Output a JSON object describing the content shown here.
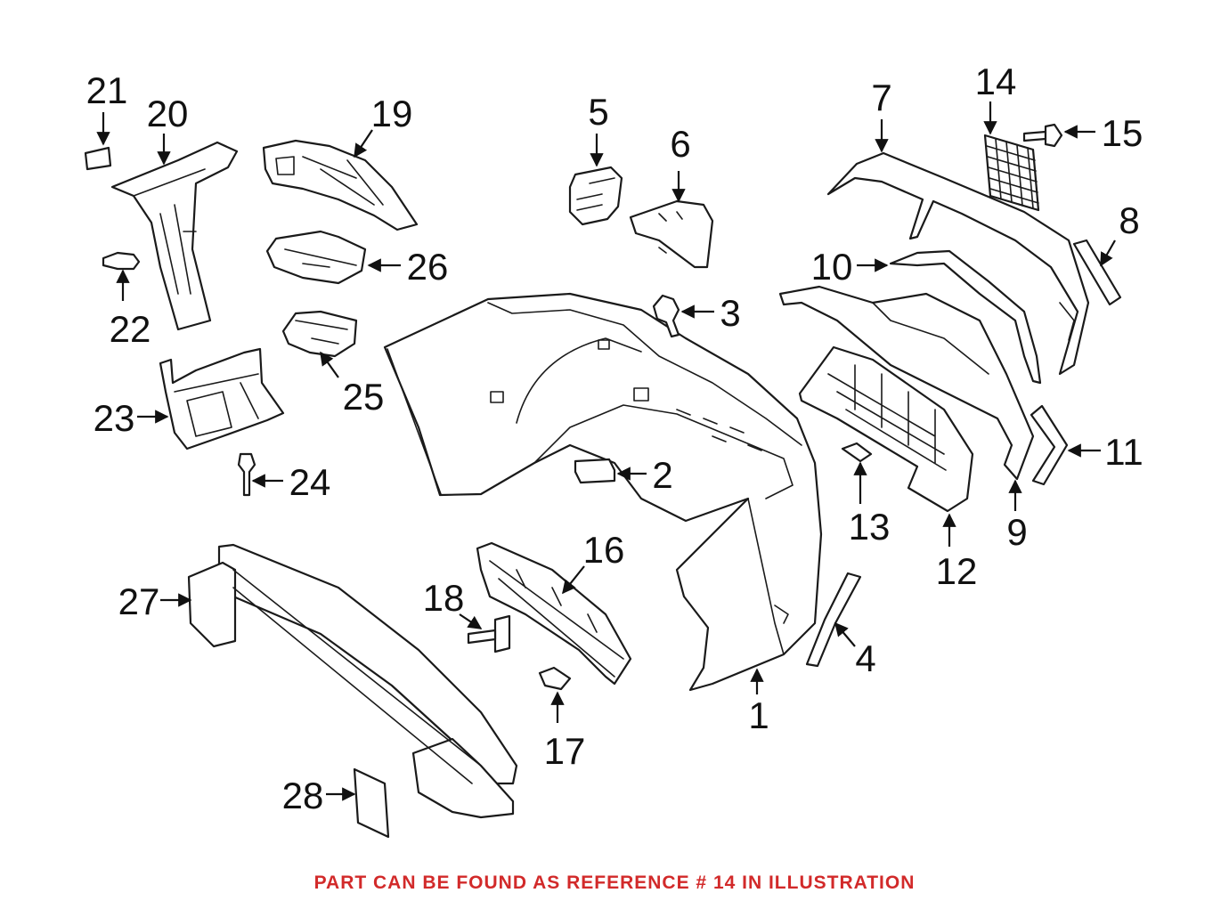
{
  "colors": {
    "line": "#1a1a1a",
    "notice": "#d22a2a",
    "background": "#ffffff"
  },
  "callouts": [
    "1",
    "2",
    "3",
    "4",
    "5",
    "6",
    "7",
    "8",
    "9",
    "10",
    "11",
    "12",
    "13",
    "14",
    "15",
    "16",
    "17",
    "18",
    "19",
    "20",
    "21",
    "22",
    "23",
    "24",
    "25",
    "26",
    "27",
    "28"
  ],
  "notice": "PART CAN BE FOUND AS REFERENCE # 14 IN ILLUSTRATION"
}
